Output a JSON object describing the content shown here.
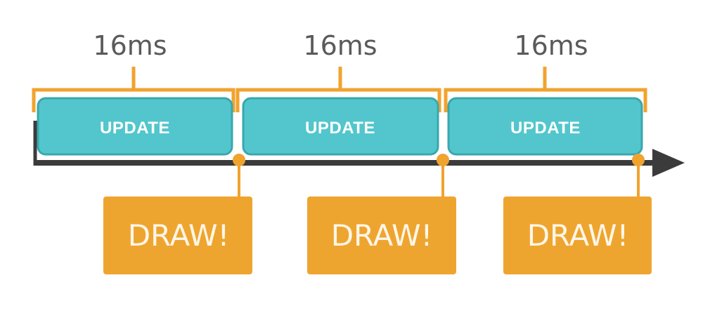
{
  "colors": {
    "update_fill": "#52c6cc",
    "update_stroke": "#3aa7ae",
    "bracket": "#f0a32e",
    "draw_fill": "#eea52f",
    "timeline": "#3b3b3b",
    "label_gray": "#5a5a5a"
  },
  "frames": [
    {
      "duration_label": "16ms",
      "update_label": "UPDATE",
      "draw_label": "DRAW!"
    },
    {
      "duration_label": "16ms",
      "update_label": "UPDATE",
      "draw_label": "DRAW!"
    },
    {
      "duration_label": "16ms",
      "update_label": "UPDATE",
      "draw_label": "DRAW!"
    }
  ],
  "timeline": {
    "arrow_icon": "arrow-right-icon"
  }
}
